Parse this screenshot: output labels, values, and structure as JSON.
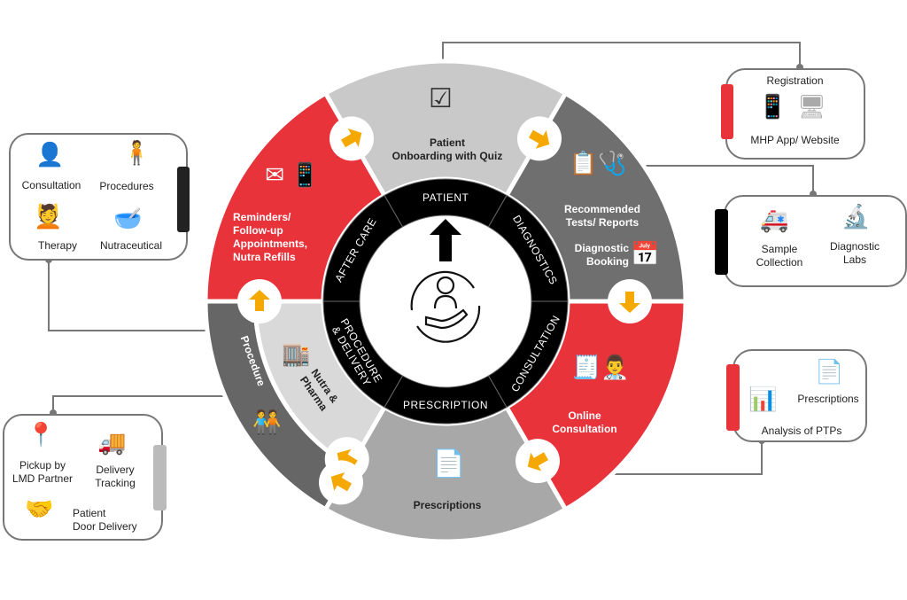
{
  "colors": {
    "red": "#e8333b",
    "dark_gray": "#6f6f6f",
    "light_gray": "#c9c9c9",
    "mid_gray": "#a8a8a8",
    "pale_gray": "#d9d9d9",
    "black": "#000000",
    "arrow": "#f5a800"
  },
  "center": {
    "icon": "patient-care-cycle-icon"
  },
  "ring_labels": {
    "patient": "PATIENT",
    "diagnostics": "DIAGNOSTICS",
    "consultation": "CONSULTATION",
    "prescription": "PRESCRIPTION",
    "procedure_delivery": "PROCEDURE & DELIVERY",
    "after_care": "AFTER CARE"
  },
  "segments": {
    "onboarding": {
      "line1": "Patient",
      "line2": "Onboarding with Quiz",
      "icon": "quiz-checklist-icon"
    },
    "tests": {
      "line1": "Recommended",
      "line2": "Tests/ Reports",
      "icon": "medical-reports-icon"
    },
    "booking": {
      "line1": "Diagnostic",
      "line2": "Booking",
      "icon": "calendar-clock-icon"
    },
    "consultation": {
      "line1": "Online",
      "line2": "Consultation",
      "icon": "doctor-phone-icon"
    },
    "prescriptions": {
      "label": "Prescriptions",
      "icon": "prescription-icon"
    },
    "nutra": {
      "line1": "Nutra &",
      "line2": "Pharma",
      "icon": "warehouse-icon"
    },
    "procedure": {
      "label": "Procedure",
      "icon": "procedure-icon"
    },
    "reminders": {
      "line1": "Reminders/",
      "line2": "Follow-up",
      "line3": "Appointments,",
      "line4": "Nutra Refills",
      "icon": "phone-message-icon"
    }
  },
  "boxes": {
    "services": {
      "items": [
        "Consultation",
        "Procedures",
        "Therapy",
        "Nutraceutical"
      ]
    },
    "delivery": {
      "pickup1": "Pickup by",
      "pickup2": "LMD Partner",
      "track1": "Delivery",
      "track2": "Tracking",
      "door1": "Patient",
      "door2": "Door Delivery"
    },
    "registration": {
      "title": "Registration",
      "subtitle": "MHP App/ Website"
    },
    "diagnostics": {
      "sample1": "Sample",
      "sample2": "Collection",
      "labs1": "Diagnostic",
      "labs2": "Labs"
    },
    "ptp": {
      "prescriptions": "Prescriptions",
      "analysis": "Analysis of PTPs"
    }
  }
}
